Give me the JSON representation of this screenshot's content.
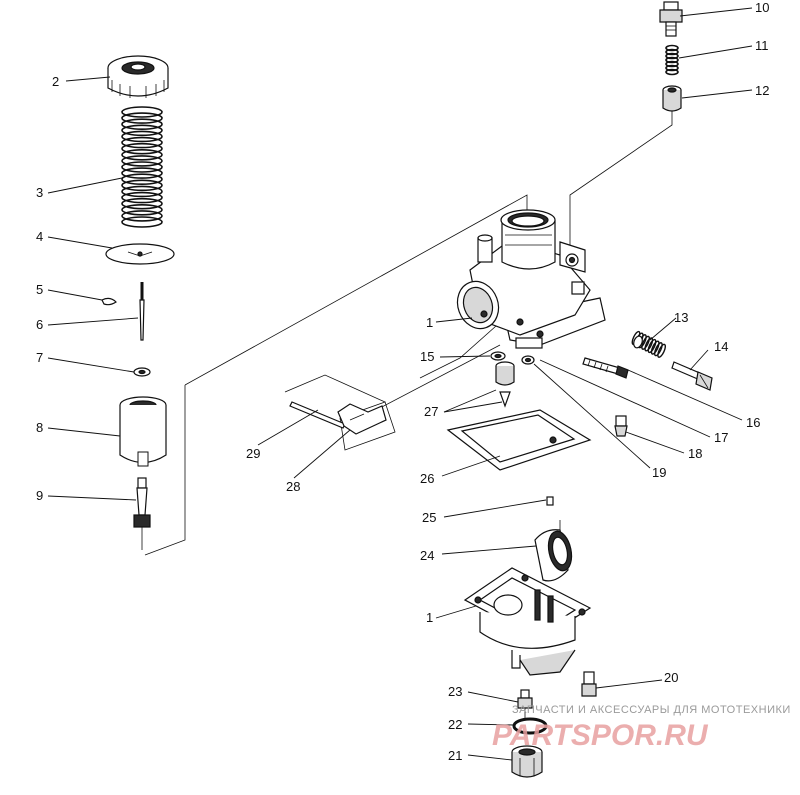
{
  "callouts": {
    "c1a": "1",
    "c1b": "1",
    "c2": "2",
    "c3": "3",
    "c4": "4",
    "c5": "5",
    "c6": "6",
    "c7": "7",
    "c8": "8",
    "c9": "9",
    "c10": "10",
    "c11": "11",
    "c12": "12",
    "c13": "13",
    "c14": "14",
    "c15": "15",
    "c16": "16",
    "c17": "17",
    "c18": "18",
    "c19": "19",
    "c20": "20",
    "c21": "21",
    "c22": "22",
    "c23": "23",
    "c24": "24",
    "c25": "25",
    "c26": "26",
    "c27": "27",
    "c28": "28",
    "c29": "29"
  },
  "watermark": {
    "caption": "ЗАПЧАСТИ И АКСЕССУАРЫ ДЛЯ МОТОТЕХНИКИ",
    "logo": "PARTSPOR.RU"
  }
}
